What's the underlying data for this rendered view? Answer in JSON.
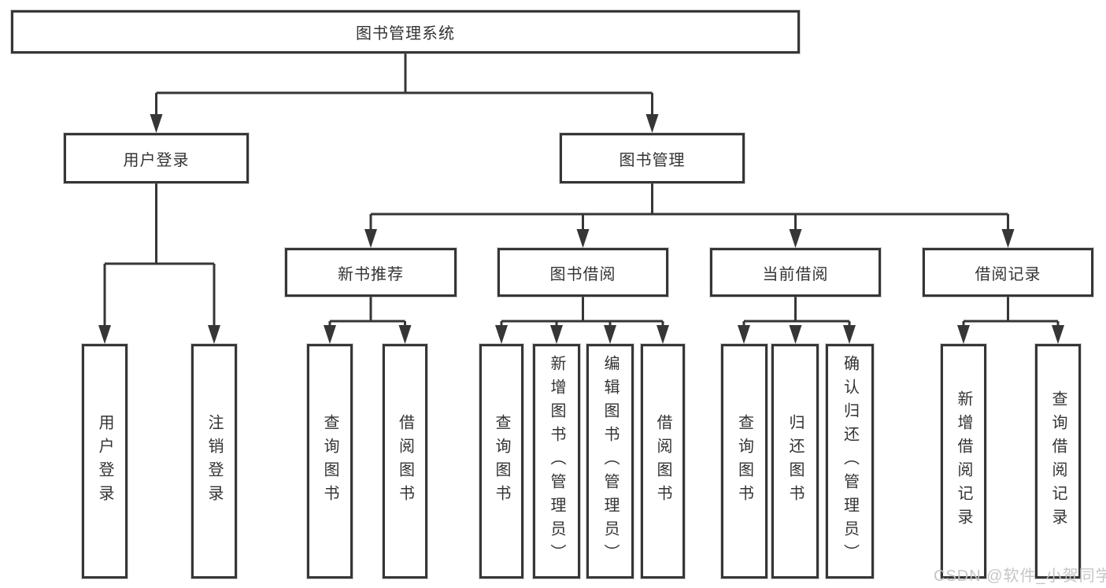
{
  "tree": {
    "root": "图书管理系统",
    "branches": [
      {
        "label": "用户登录",
        "leaves": [
          "用户登录",
          "注销登录"
        ]
      },
      {
        "label": "图书管理",
        "groups": [
          {
            "label": "新书推荐",
            "leaves": [
              "查询图书",
              "借阅图书"
            ]
          },
          {
            "label": "图书借阅",
            "leaves": [
              "查询图书",
              "新增图书（管理员）",
              "编辑图书（管理员）",
              "借阅图书"
            ]
          },
          {
            "label": "当前借阅",
            "leaves": [
              "查询图书",
              "归还图书",
              "确认归还（管理员）"
            ]
          },
          {
            "label": "借阅记录",
            "leaves": [
              "新增借阅记录",
              "查询借阅记录"
            ]
          }
        ]
      }
    ]
  },
  "watermark": "CSDN @软件_小贺同学",
  "colors": {
    "line": "#363636",
    "text": "#333333",
    "background": "#ffffff",
    "watermark": "#c3c3c3"
  }
}
